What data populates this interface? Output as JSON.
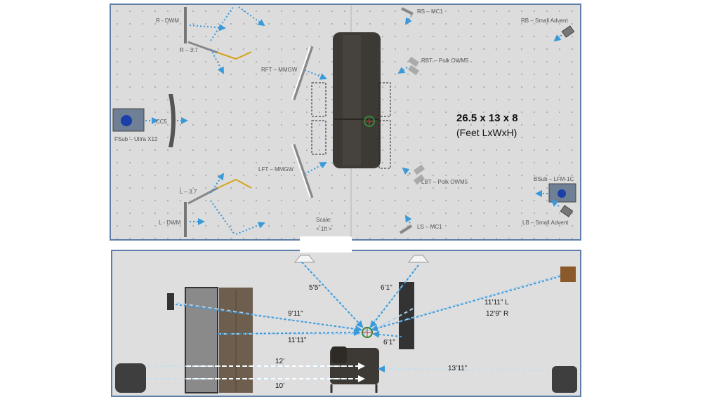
{
  "room": {
    "dimensions": "26.5 x 13 x 8",
    "units_note": "(Feet LxWxH)"
  },
  "scale": {
    "title": "Scale:",
    "value": "< 1ft >"
  },
  "plan_labels": {
    "r_dwm": "R - DWM",
    "r_37": "R – 3.7",
    "rft": "RFT – MMGW",
    "cc5": "CC5",
    "fsub": "FSub – Ultra X12",
    "lft": "LFT – MMGW",
    "l_37": "L – 3.7",
    "l_dwm": "L - DWM",
    "rs": "RS – MC1",
    "rb": "RB – Small Advent",
    "rbt": "RBT – Polk OWM5",
    "lbt": "LBT – Polk OWM5",
    "bsub": "BSub – LFM-1C",
    "lb": "LB – Small Advent",
    "ls": "LS – MC1"
  },
  "side_labels": {
    "d_5_5": "5’5”",
    "d_6_1_top": "6’1”",
    "d_9_11": "9’11”",
    "d_11_11_l": "11’11” L",
    "d_12_9_r": "12’9” R",
    "d_11_11": "11’11”",
    "d_6_1_right": "6’1”",
    "d_12": "12’",
    "d_13_11": "13’11”",
    "d_10": "10’"
  },
  "colors": {
    "room_fill": "#dcdcdc",
    "room_border": "#5f7fa8",
    "ray": "#3a9ad9",
    "sofa": "#3d3a35",
    "target": "#2e8b3a"
  }
}
